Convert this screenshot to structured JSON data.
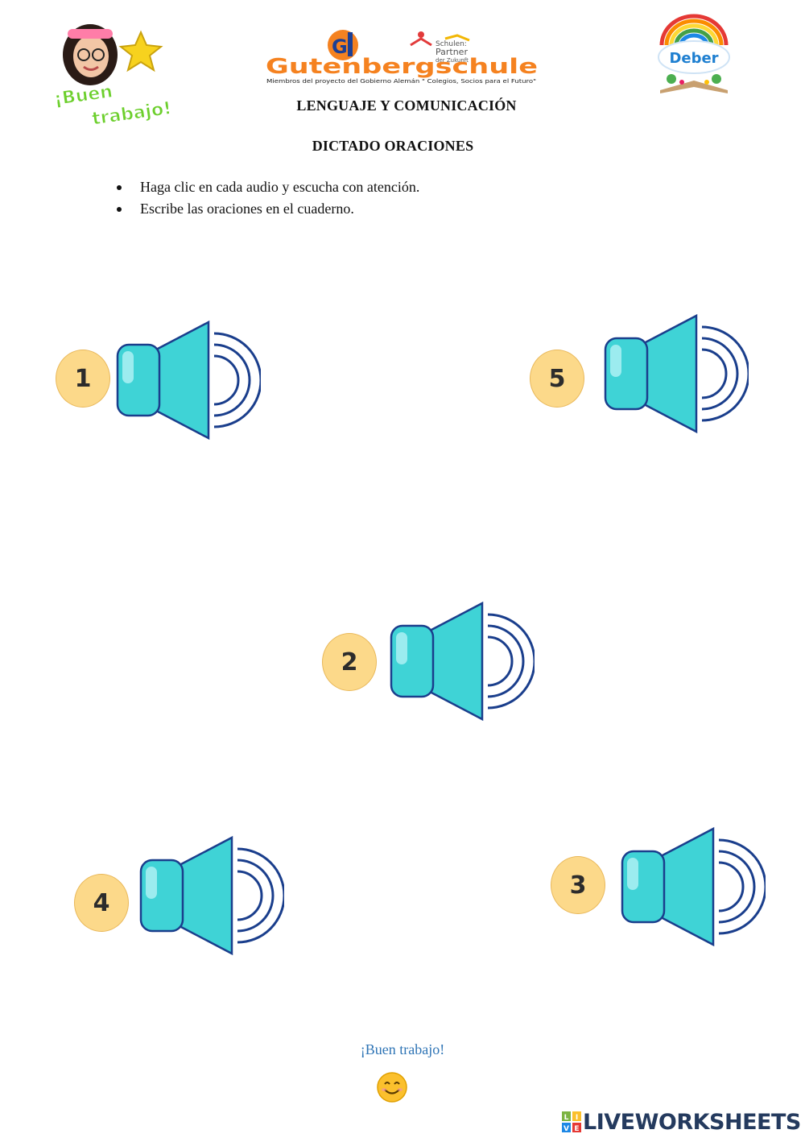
{
  "header": {
    "buen_logo_text": [
      "¡Buen",
      "trabajo!"
    ],
    "school_logo": {
      "brand": "Gutenbergschule",
      "partner": [
        "Schulen:",
        "Partner",
        "der Zukunft"
      ],
      "tagline": "Miembros del proyecto del Gobierno Alemán \" Colegios, Socios para el Futuro\""
    },
    "deber_logo_text": "Deber"
  },
  "subject_title": "LENGUAJE Y COMUNICACIÓN",
  "activity_title": "DICTADO ORACIONES",
  "instructions": [
    "Haga clic en cada audio y escucha con atención.",
    "Escribe las oraciones en el cuaderno."
  ],
  "audios": [
    {
      "number": "1"
    },
    {
      "number": "5"
    },
    {
      "number": "2"
    },
    {
      "number": "4"
    },
    {
      "number": "3"
    }
  ],
  "footer": {
    "text": "¡Buen trabajo!",
    "emoji": "smiling-face-icon"
  },
  "brand": {
    "name": "LIVEWORKSHEETS",
    "icon_letters": [
      "L",
      "I",
      "V",
      "E"
    ]
  },
  "colors": {
    "speaker_fill": "#3fd3d6",
    "speaker_stroke": "#1a3e8c",
    "badge_fill": "#fcd98a",
    "footer_text": "#2e74b5",
    "brand_text": "#243a5e"
  }
}
